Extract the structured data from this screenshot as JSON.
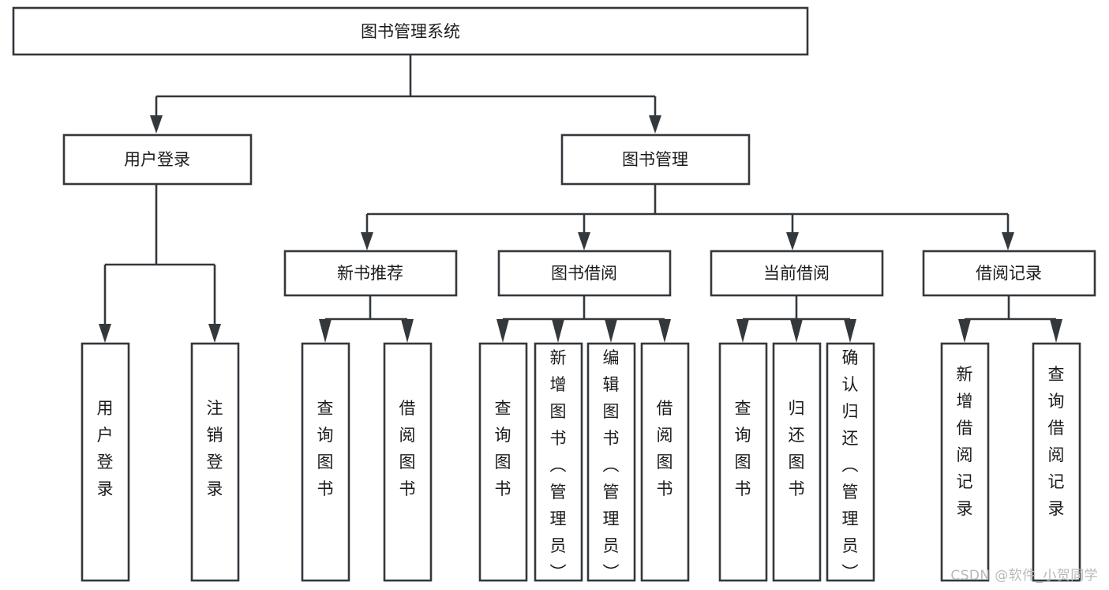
{
  "diagram": {
    "title": "图书管理系统",
    "type": "tree-hierarchy",
    "watermark": "CSDN @软件_小贺同学",
    "levels": 4,
    "root": {
      "id": "root",
      "label": "图书管理系统",
      "orientation": "horizontal"
    },
    "level2": [
      {
        "id": "user-login",
        "label": "用户登录",
        "orientation": "horizontal"
      },
      {
        "id": "book-manage",
        "label": "图书管理",
        "orientation": "horizontal"
      }
    ],
    "level3": [
      {
        "id": "new-book-recommend",
        "label": "新书推荐",
        "orientation": "horizontal",
        "parent": "book-manage"
      },
      {
        "id": "book-borrow",
        "label": "图书借阅",
        "orientation": "horizontal",
        "parent": "book-manage"
      },
      {
        "id": "current-borrow",
        "label": "当前借阅",
        "orientation": "horizontal",
        "parent": "book-manage"
      },
      {
        "id": "borrow-record",
        "label": "借阅记录",
        "orientation": "horizontal",
        "parent": "book-manage"
      }
    ],
    "leaves": [
      {
        "id": "leaf-user-login",
        "label": "用户登录",
        "parent": "user-login",
        "orientation": "vertical"
      },
      {
        "id": "leaf-user-logout",
        "label": "注销登录",
        "parent": "user-login",
        "orientation": "vertical"
      },
      {
        "id": "leaf-query-book-1",
        "label": "查询图书",
        "parent": "new-book-recommend",
        "orientation": "vertical"
      },
      {
        "id": "leaf-borrow-book-1",
        "label": "借阅图书",
        "parent": "new-book-recommend",
        "orientation": "vertical"
      },
      {
        "id": "leaf-query-book-2",
        "label": "查询图书",
        "parent": "book-borrow",
        "orientation": "vertical"
      },
      {
        "id": "leaf-add-book",
        "label": "新增图书（管理员）",
        "parent": "book-borrow",
        "orientation": "vertical"
      },
      {
        "id": "leaf-edit-book",
        "label": "编辑图书（管理员）",
        "parent": "book-borrow",
        "orientation": "vertical"
      },
      {
        "id": "leaf-borrow-book-2",
        "label": "借阅图书",
        "parent": "book-borrow",
        "orientation": "vertical"
      },
      {
        "id": "leaf-query-book-3",
        "label": "查询图书",
        "parent": "current-borrow",
        "orientation": "vertical"
      },
      {
        "id": "leaf-return-book",
        "label": "归还图书",
        "parent": "current-borrow",
        "orientation": "vertical"
      },
      {
        "id": "leaf-confirm-return",
        "label": "确认归还（管理员）",
        "parent": "current-borrow",
        "orientation": "vertical"
      },
      {
        "id": "leaf-add-record",
        "label": "新增借阅记录",
        "parent": "borrow-record",
        "orientation": "vertical"
      },
      {
        "id": "leaf-query-record",
        "label": "查询借阅记录",
        "parent": "borrow-record",
        "orientation": "vertical"
      }
    ],
    "colors": {
      "stroke": "#33383d",
      "box_fill": "#ffffff",
      "text": "#1b1b1b",
      "background": "#ffffff",
      "watermark": "#b9b9b9"
    }
  }
}
